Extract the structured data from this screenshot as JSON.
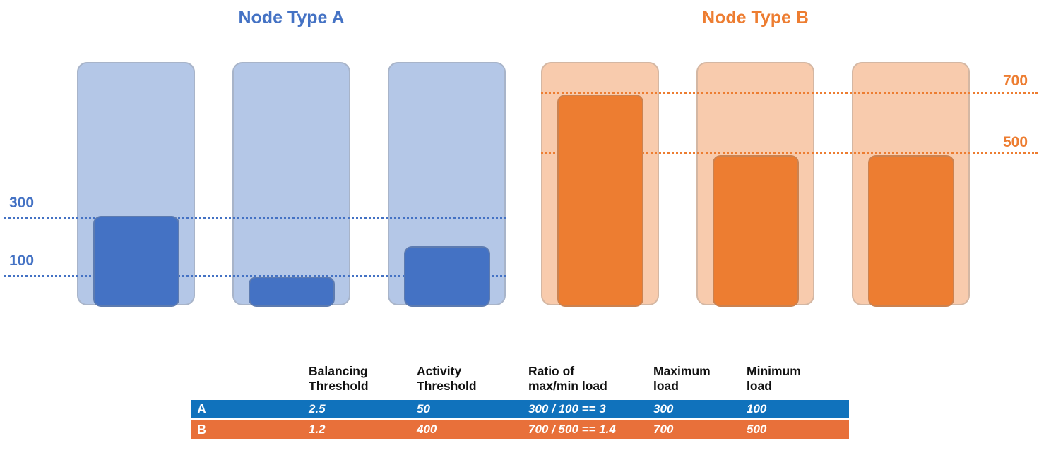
{
  "titles": {
    "group_a": "Node Type A",
    "group_b": "Node Type B"
  },
  "colors": {
    "a_accent": "#4472C4",
    "a_capacity": "#B4C7E7",
    "b_accent": "#ED7D31",
    "b_capacity": "#F8CBAD",
    "table_row_a": "#1072BC",
    "table_row_b": "#E8703A"
  },
  "chart_data": {
    "type": "bar",
    "title": "",
    "groups": [
      {
        "name": "Node Type A",
        "bar_color": "#4472C4",
        "capacity_color": "#B4C7E7",
        "node_loads": [
          300,
          100,
          200
        ],
        "threshold_lines": [
          300,
          100
        ],
        "legend_position": "none",
        "grid": false
      },
      {
        "name": "Node Type B",
        "bar_color": "#ED7D31",
        "capacity_color": "#F8CBAD",
        "node_loads": [
          700,
          500,
          500
        ],
        "threshold_lines": [
          700,
          500
        ],
        "legend_position": "none",
        "grid": false
      }
    ]
  },
  "axis_labels": {
    "a_300": "300",
    "a_100": "100",
    "b_700": "700",
    "b_500": "500"
  },
  "table": {
    "headers": {
      "c0": "",
      "c1": "Balancing\nThreshold",
      "c2": "Activity\nThreshold",
      "c3": "Ratio of\nmax/min load",
      "c4": "Maximum\nload",
      "c5": "Minimum\nload"
    },
    "rows": [
      {
        "label": "A",
        "bg": "#1072BC",
        "balancing_threshold": "2.5",
        "activity_threshold": "50",
        "ratio": "300 / 100 == 3",
        "max_load": "300",
        "min_load": "100"
      },
      {
        "label": "B",
        "bg": "#E8703A",
        "balancing_threshold": "1.2",
        "activity_threshold": "400",
        "ratio": "700 / 500 == 1.4",
        "max_load": "700",
        "min_load": "500"
      }
    ]
  }
}
